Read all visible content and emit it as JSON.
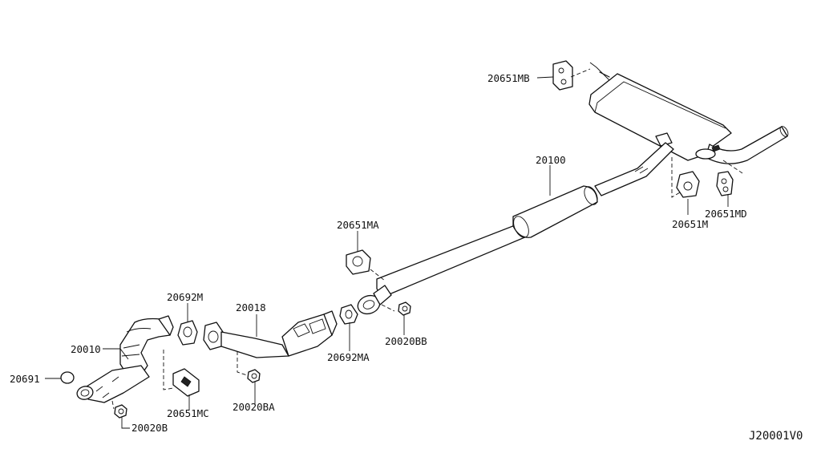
{
  "diagram": {
    "reference_code": "J20001V0",
    "parts": [
      {
        "id": "20651MB",
        "label": "20651MB"
      },
      {
        "id": "20100",
        "label": "20100"
      },
      {
        "id": "20651M",
        "label": "20651M"
      },
      {
        "id": "20651MD",
        "label": "20651MD"
      },
      {
        "id": "20651MA",
        "label": "20651MA"
      },
      {
        "id": "20692M",
        "label": "20692M"
      },
      {
        "id": "20018",
        "label": "20018"
      },
      {
        "id": "20010",
        "label": "20010"
      },
      {
        "id": "20691",
        "label": "20691"
      },
      {
        "id": "20651MC",
        "label": "20651MC"
      },
      {
        "id": "20020BA",
        "label": "20020BA"
      },
      {
        "id": "20692MA",
        "label": "20692MA"
      },
      {
        "id": "20020BB",
        "label": "20020BB"
      },
      {
        "id": "20020B",
        "label": "20020B"
      }
    ]
  }
}
